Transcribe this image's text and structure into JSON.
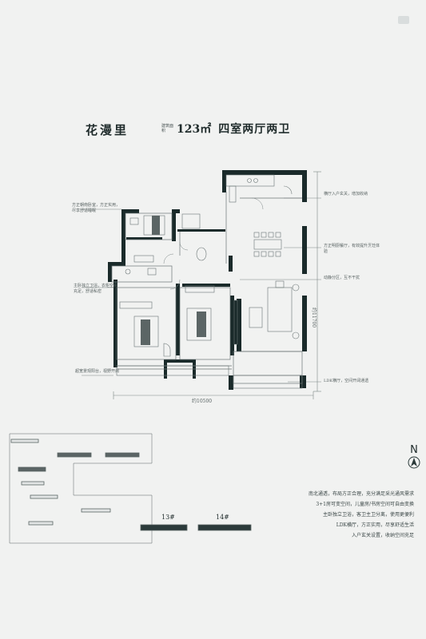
{
  "header": {
    "project_name": "花漫里",
    "area_label": "建筑面积",
    "area_value": "123㎡",
    "layout": "四室两厅两卫"
  },
  "annotations": {
    "left_1": "方正朝南卧室，方正实用，尽享舒适睡眠",
    "left_2": "主卧独立卫浴，衣柜空间充足，舒适私密",
    "left_3": "超宽景观阳台，视野开阔",
    "right_1": "横厅入户玄关，增加收纳",
    "right_2": "方正明厨餐厅，有效提升烹饪体验",
    "right_3": "动静分区，互不干扰",
    "right_4": "LDK横厅，空间开阔通透"
  },
  "dimensions": {
    "width": "约10500",
    "depth": "约11700"
  },
  "north_label": "N",
  "site_plan": {
    "building_13": "13#",
    "building_14": "14#"
  },
  "description": {
    "lines": [
      "南北通透，布局方正合理，充分满足采光通风需求",
      "3+1房可变空间，儿童房/书房空间可自由变换",
      "主卧独立卫浴，客卫主卫分离，使用更便利",
      "LDK横厅，方正实用，尽享舒适生活",
      "入户玄关设置，收纳空间充足"
    ]
  },
  "colors": {
    "background": "#f1f2f1",
    "wall": "#1a2a2a",
    "line": "#6c7676",
    "accent": "#2b3a3a"
  }
}
